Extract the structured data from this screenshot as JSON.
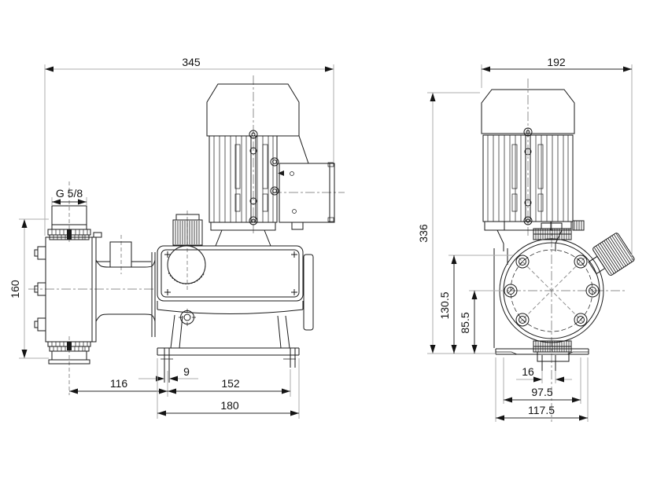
{
  "drawing": {
    "type": "dimensional-drawing",
    "subject": "diaphragm-dosing-pump",
    "views": {
      "left": "side-view",
      "right": "front-view"
    },
    "colors": {
      "background": "#ffffff",
      "part_line": "#1a1a1a",
      "dimension_line_dark": "#2a2a2a",
      "dimension_line_grey": "#aeaeae",
      "centerline": "#8f8f8f"
    },
    "dims": {
      "overall_length": "345",
      "overall_depth": "192",
      "connection_thread": "G 5/8",
      "valve_span_height": "160",
      "overall_height": "336",
      "relief_valve_height": "130.5",
      "head_center_height": "85.5",
      "valve_to_slot": "116",
      "slot_width_side": "9",
      "slot_spacing": "152",
      "base_length": "180",
      "slot_width_front": "16",
      "foot_slot_spacing": "97.5",
      "base_width": "117.5"
    }
  }
}
